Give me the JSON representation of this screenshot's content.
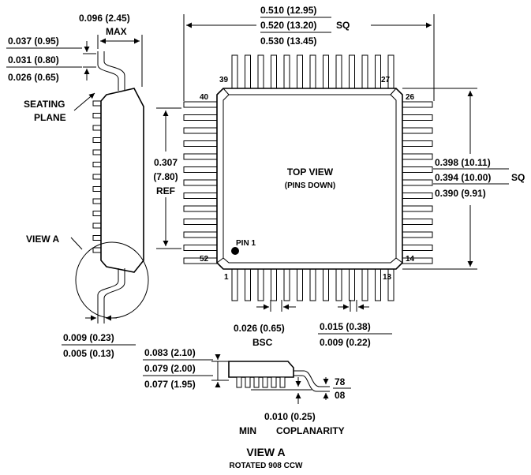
{
  "top_dim": {
    "l1": "0.510 (12.95)",
    "l2": "0.520 (13.20)",
    "sq": "SQ",
    "l3": "0.530 (13.45)"
  },
  "left_dims": {
    "max_val": "0.096 (2.45)",
    "max_label": "MAX",
    "a1": "0.037 (0.95)",
    "a2": "0.031 (0.80)",
    "a3": "0.026 (0.65)"
  },
  "seating": {
    "line1": "SEATING",
    "line2": "PLANE"
  },
  "ref_dim": {
    "l1": "0.307",
    "l2": "(7.80)",
    "l3": "REF"
  },
  "view_a_label": "VIEW A",
  "lead_thickness": {
    "l1": "0.009 (0.23)",
    "l2": "0.005 (0.13)"
  },
  "top_view": {
    "title": "TOP VIEW",
    "subtitle": "(PINS DOWN)",
    "pin1": "PIN 1"
  },
  "pin_numbers": {
    "p39": "39",
    "p27": "27",
    "p40": "40",
    "p26": "26",
    "p52": "52",
    "p14": "14",
    "p1": "1",
    "p13": "13"
  },
  "right_dim": {
    "l1": "0.398 (10.11)",
    "l2": "0.394 (10.00)",
    "sq": "SQ",
    "l3": "0.390 (9.91)"
  },
  "pitch": {
    "value": "0.026 (0.65)",
    "label": "BSC"
  },
  "lead_width": {
    "l1": "0.015 (0.38)",
    "l2": "0.009 (0.22)"
  },
  "height_dim": {
    "l1": "0.083 (2.10)",
    "l2": "0.079 (2.00)",
    "l3": "0.077 (1.95)"
  },
  "angle": {
    "max": "78",
    "min": "08"
  },
  "coplanarity": {
    "l1": "0.010 (0.25)",
    "l2": "MIN",
    "l3": "COPLANARITY"
  },
  "view_a_caption": {
    "title": "VIEW A",
    "subtitle": "ROTATED 908 CCW"
  }
}
